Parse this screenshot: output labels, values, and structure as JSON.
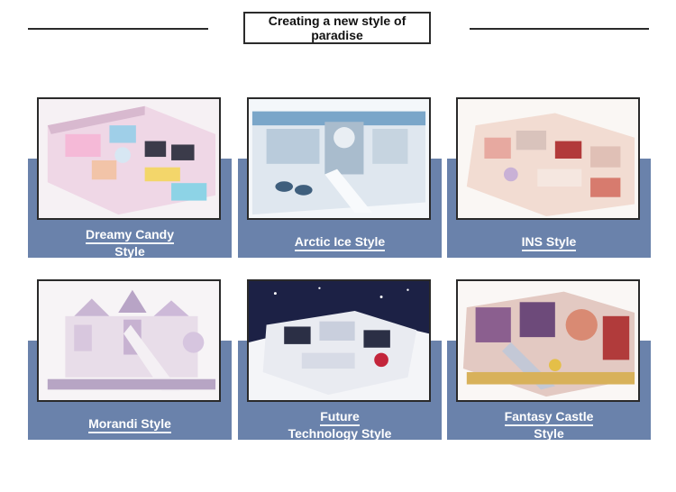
{
  "header": {
    "title_line1": "Creating a new style of",
    "title_line2": "paradise"
  },
  "styles": [
    {
      "line1": "Dreamy Candy",
      "line2": "Style"
    },
    {
      "line1": "Arctic Ice Style",
      "line2": ""
    },
    {
      "line1": "INS Style",
      "line2": ""
    },
    {
      "line1": "Morandi Style",
      "line2": ""
    },
    {
      "line1": "Future",
      "line2": "Technology Style"
    },
    {
      "line1": "Fantasy Castle",
      "line2": "Style"
    }
  ],
  "colors": {
    "band": "#6a82ab",
    "border": "#2b2b2b"
  }
}
